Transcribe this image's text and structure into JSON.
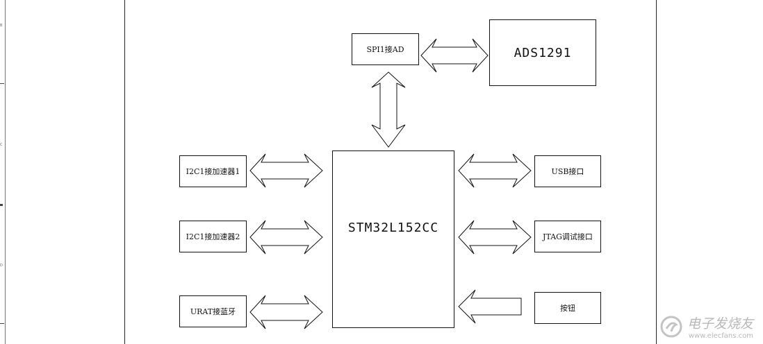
{
  "blocks": {
    "spi_ad": "SPI1接AD",
    "ads": "ADS1291",
    "mcu": "STM32L152CC",
    "i2c1": "I2C1接加速器1",
    "i2c2": "I2C1接加速器2",
    "urat": "URAT接蓝牙",
    "usb": "USB接口",
    "jtag": "JTAG调试接口",
    "button": "按钮"
  },
  "watermark": {
    "cn": "电子发烧友",
    "en": "www.elecfans.com"
  },
  "margin_marks": [
    "B",
    "C",
    "D"
  ]
}
